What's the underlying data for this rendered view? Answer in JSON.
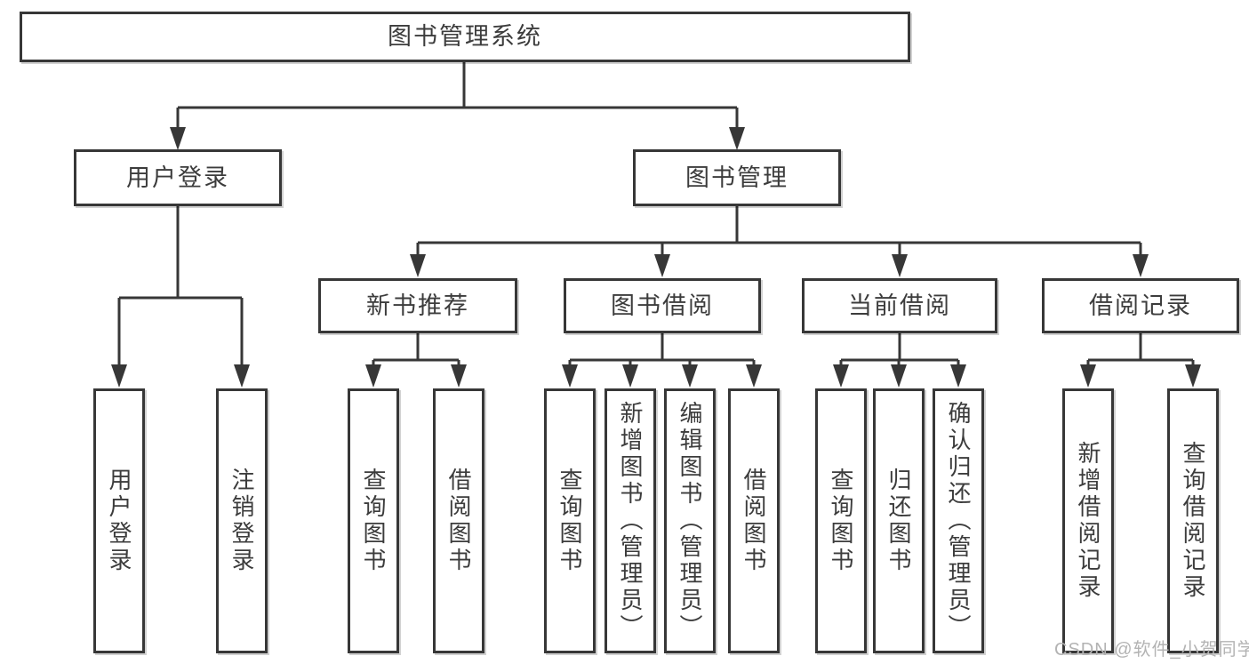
{
  "colors": {
    "line": "#373737",
    "text": "#3c3c3c",
    "background": "#ffffff",
    "watermark": "#b3b3b3"
  },
  "watermark": {
    "text": "CSDN @软件_小贺同学"
  },
  "hierarchy": {
    "label": "图书管理系统",
    "children": [
      {
        "label": "用户登录",
        "children": [
          {
            "label": "用户登录"
          },
          {
            "label": "注销登录"
          }
        ]
      },
      {
        "label": "图书管理",
        "children": [
          {
            "label": "新书推荐",
            "children": [
              {
                "label": "查询图书"
              },
              {
                "label": "借阅图书"
              }
            ]
          },
          {
            "label": "图书借阅",
            "children": [
              {
                "label": "查询图书"
              },
              {
                "label": "新增图书（管理员）"
              },
              {
                "label": "编辑图书（管理员）"
              },
              {
                "label": "借阅图书"
              }
            ]
          },
          {
            "label": "当前借阅",
            "children": [
              {
                "label": "查询图书"
              },
              {
                "label": "归还图书"
              },
              {
                "label": "确认归还（管理员）"
              }
            ]
          },
          {
            "label": "借阅记录",
            "children": [
              {
                "label": "新增借阅记录"
              },
              {
                "label": "查询借阅记录"
              }
            ]
          }
        ]
      }
    ]
  }
}
